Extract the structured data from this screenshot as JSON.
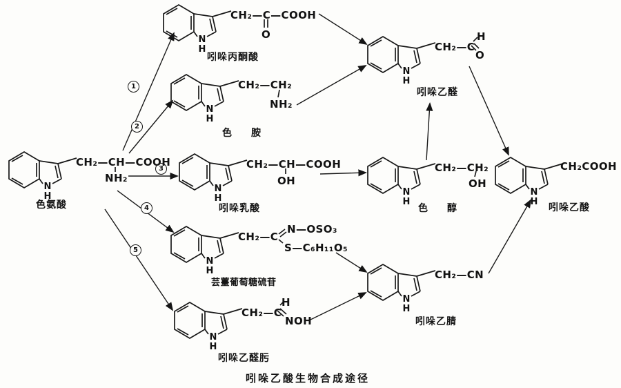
{
  "diagram": {
    "caption": "吲哚乙酸生物合成途径",
    "atoms": {
      "N": "N",
      "H": "H"
    },
    "steps": [
      "1",
      "2",
      "3",
      "4",
      "5"
    ],
    "molecules": {
      "tryptophan": {
        "name": "色氨酸",
        "formula": "CH₂—CH—COOH",
        "sub": "NH₂"
      },
      "indolepyruvic_acid": {
        "name": "吲哚丙酮酸",
        "formula": "CH₂—C—COOH",
        "sub": "O"
      },
      "tryptamine": {
        "name": "色胺",
        "formula": "CH₂—CH₂",
        "sub": "NH₂"
      },
      "indolelactic_acid": {
        "name": "吲哚乳酸",
        "formula": "CH₂—CH—COOH",
        "sub": "OH"
      },
      "glucobrassicin": {
        "name": "芸薹葡萄糖硫苷",
        "formula": "CH₂—C",
        "upper": "N—OSO₃",
        "lower": "S—C₆H₁₁O₅"
      },
      "indoleacetaldoxime": {
        "name": "吲哚乙醛肟",
        "formula": "CH₂—C",
        "upper": "H",
        "lower": "NOH"
      },
      "indoleacetaldehyde": {
        "name": "吲哚乙醛",
        "formula": "CH₂—C",
        "upper": "H",
        "lower": "O"
      },
      "tryptophol": {
        "name": "色醇",
        "formula": "CH₂—CH₂",
        "sub": "OH"
      },
      "indoleacetonitrile": {
        "name": "吲哚乙腈",
        "formula": "CH₂—CN"
      },
      "indoleacetic_acid": {
        "name": "吲哚乙酸",
        "formula": "CH₂COOH"
      }
    }
  }
}
